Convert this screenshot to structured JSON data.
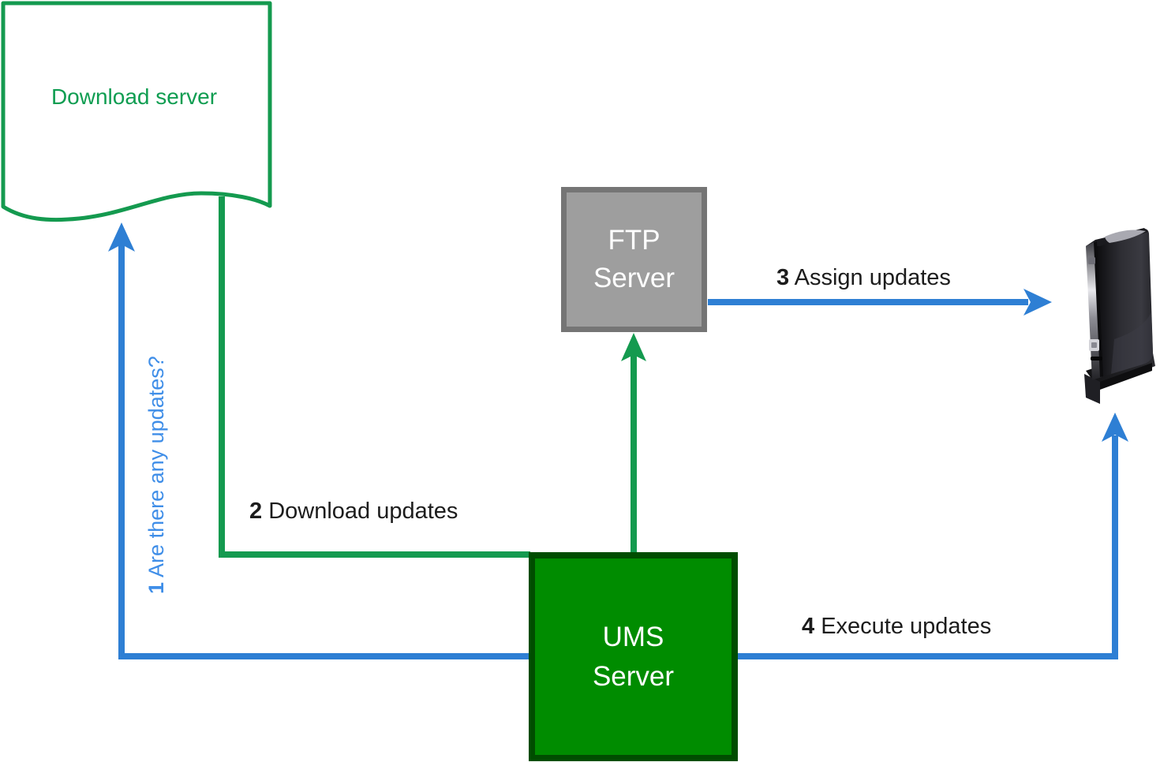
{
  "diagram": {
    "title_hint": "UMS update flow diagram",
    "download_server": {
      "label_line1": "Download",
      "label_line2": "server"
    },
    "ftp_server": {
      "label_line1": "FTP",
      "label_line2": "Server"
    },
    "ums_server": {
      "label_line1": "UMS",
      "label_line2": "Server"
    },
    "steps": {
      "step1": {
        "number": "1",
        "label": "Are there any updates?"
      },
      "step2": {
        "number": "2",
        "label": "Download updates"
      },
      "step3": {
        "number": "3",
        "label": "Assign updates"
      },
      "step4": {
        "number": "4",
        "label": "Execute updates"
      }
    },
    "icons": {
      "endpoint_device": "thin-client-tower-icon"
    },
    "colors": {
      "flow_green": "#149a4f",
      "ums_fill": "#008c00",
      "ums_border": "#004d00",
      "ftp_fill": "#9e9e9e",
      "ftp_border": "#757575",
      "blue_line": "#2e7fd4",
      "blue_label_text": "#3f8ee8",
      "green_label_text": "#0f9d51",
      "black_label_text": "#1c1c1c"
    }
  }
}
